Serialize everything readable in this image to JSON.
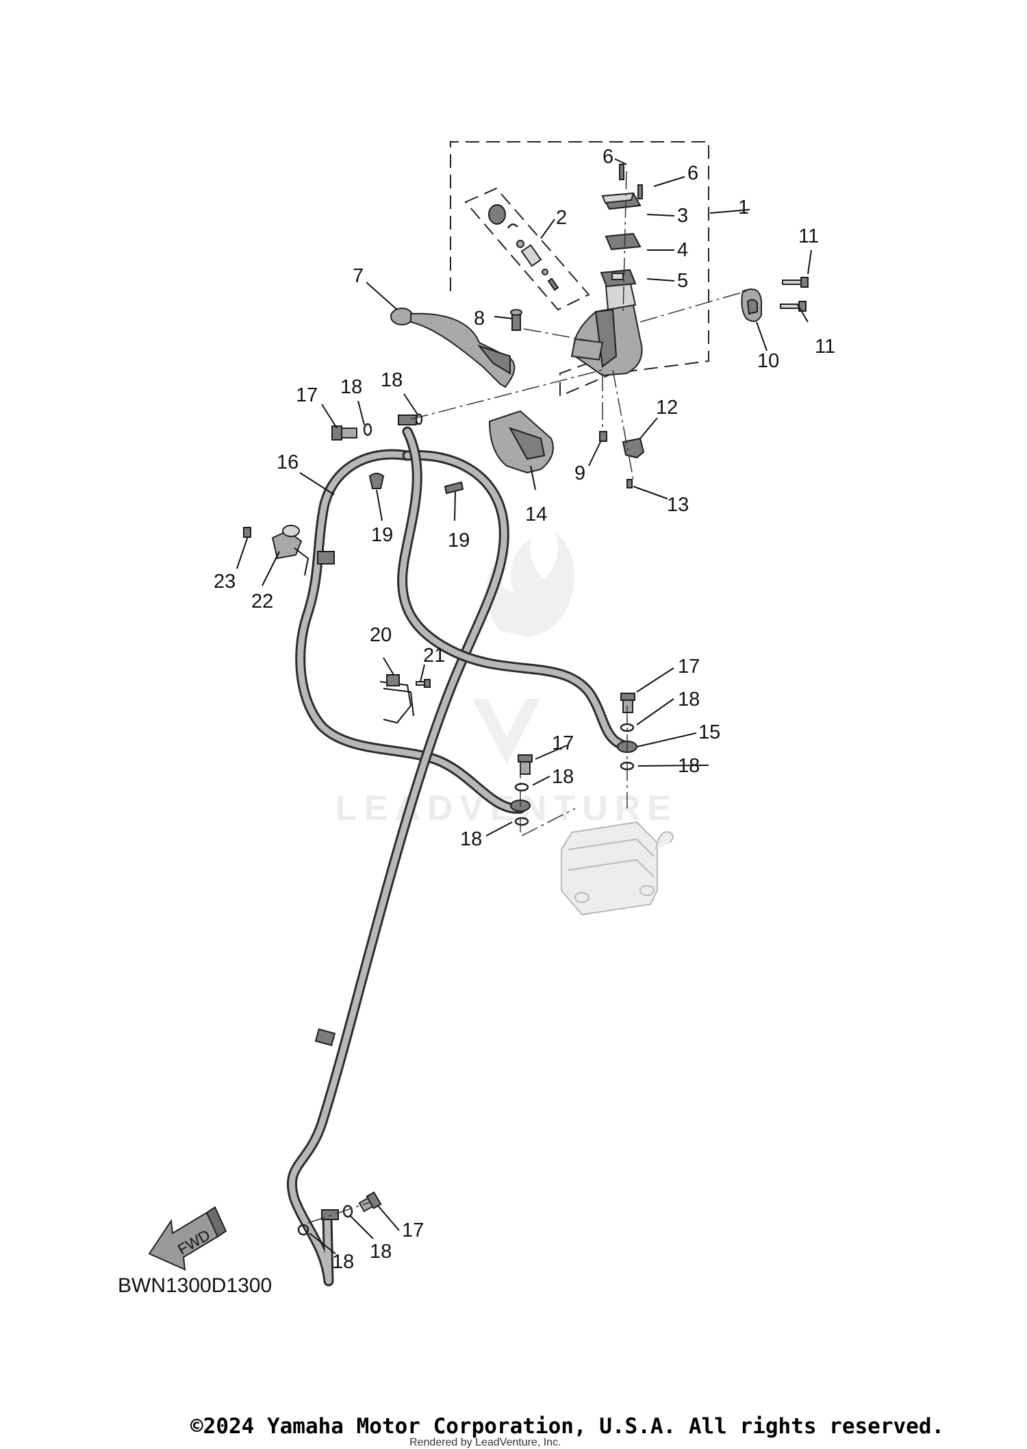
{
  "diagram_code": "BWN1300D1300",
  "fwd_label": "FWD",
  "watermark": "LEADVENTURE",
  "copyright": "©2024 Yamaha Motor Corporation, U.S.A. All rights reserved.",
  "rendered_by": "Rendered by LeadVenture, Inc.",
  "callouts": {
    "c1": "1",
    "c2": "2",
    "c3": "3",
    "c4": "4",
    "c5": "5",
    "c6a": "6",
    "c6b": "6",
    "c7": "7",
    "c8": "8",
    "c9": "9",
    "c10": "10",
    "c11a": "11",
    "c11b": "11",
    "c12": "12",
    "c13": "13",
    "c14": "14",
    "c15": "15",
    "c16": "16",
    "c17a": "17",
    "c17b": "17",
    "c17c": "17",
    "c17d": "17",
    "c18a": "18",
    "c18b": "18",
    "c18c": "18",
    "c18d": "18",
    "c18e": "18",
    "c18f": "18",
    "c18g": "18",
    "c18h": "18",
    "c19a": "19",
    "c19b": "19",
    "c20": "20",
    "c21": "21",
    "c22": "22",
    "c23": "23"
  }
}
